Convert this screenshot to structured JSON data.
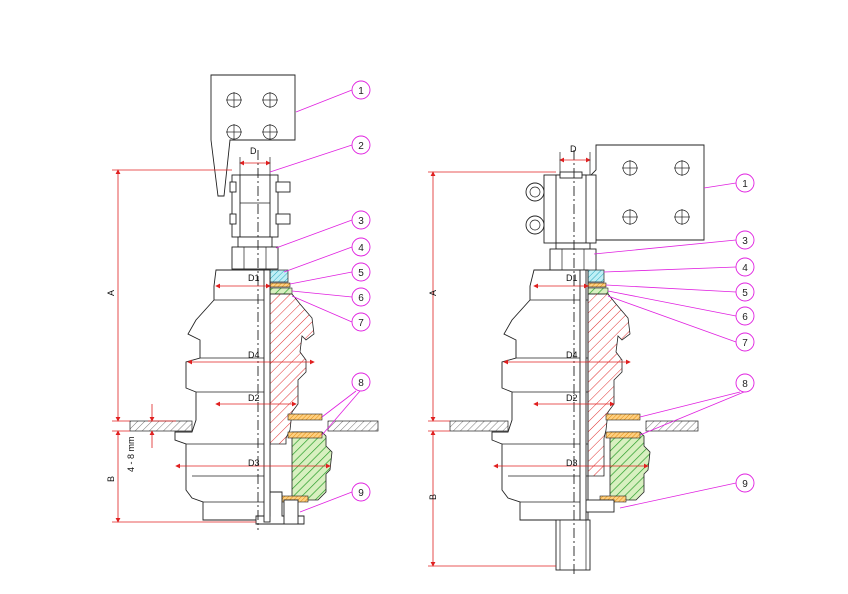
{
  "colors": {
    "line": "#222222",
    "dimension": "#e02020",
    "leader": "#e020e0",
    "hatch_red": "#e03030",
    "hatch_green": "#2fa02f",
    "gasket_orange": "#f0a030",
    "cyan_part": "#50c8d8"
  },
  "left_view": {
    "dims": {
      "D": "D",
      "D1": "D1",
      "D2": "D2",
      "D3": "D3",
      "D4": "D4",
      "A": "A",
      "B": "B",
      "gap": "4 - 8 mm"
    },
    "balloons": [
      "1",
      "2",
      "3",
      "4",
      "5",
      "6",
      "7",
      "8",
      "9"
    ]
  },
  "right_view": {
    "dims": {
      "D": "D",
      "D1": "D1",
      "D2": "D2",
      "D3": "D3",
      "D4": "D4",
      "A": "A",
      "B": "B"
    },
    "balloons": [
      "1",
      "3",
      "4",
      "5",
      "6",
      "7",
      "8",
      "9"
    ]
  }
}
